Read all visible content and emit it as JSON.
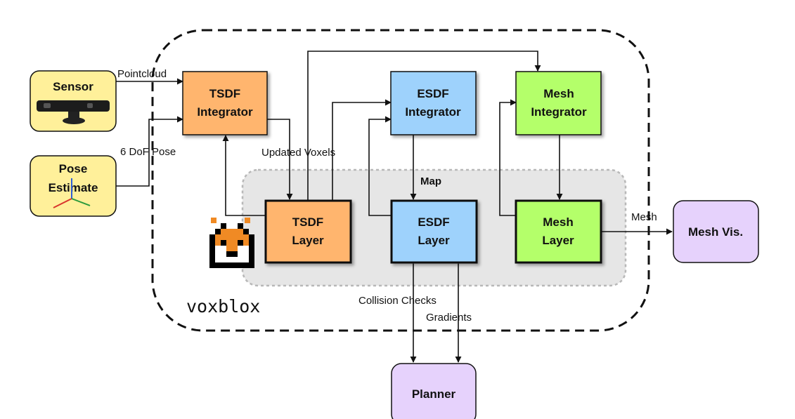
{
  "blocks": {
    "sensor": {
      "line1": "Sensor",
      "color": "#FFF09A"
    },
    "pose": {
      "line1": "Pose",
      "line2": "Estimate",
      "color": "#FFF09A"
    },
    "tsdf_integrator": {
      "line1": "TSDF",
      "line2": "Integrator",
      "color": "#FFB56E"
    },
    "esdf_integrator": {
      "line1": "ESDF",
      "line2": "Integrator",
      "color": "#9ED2FC"
    },
    "mesh_integrator": {
      "line1": "Mesh",
      "line2": "Integrator",
      "color": "#B4FF6A"
    },
    "tsdf_layer": {
      "line1": "TSDF",
      "line2": "Layer",
      "color": "#FFB56E"
    },
    "esdf_layer": {
      "line1": "ESDF",
      "line2": "Layer",
      "color": "#9ED2FC"
    },
    "mesh_layer": {
      "line1": "Mesh",
      "line2": "Layer",
      "color": "#B4FF6A"
    },
    "mesh_vis": {
      "line1": "Mesh Vis.",
      "color": "#E6D2FC"
    },
    "planner": {
      "line1": "Planner",
      "color": "#E6D2FC"
    }
  },
  "edge_labels": {
    "pointcloud": "Pointcloud",
    "pose6dof": "6 DoF Pose",
    "updated_voxels": "Updated Voxels",
    "map": "Map",
    "mesh": "Mesh",
    "collision_checks": "Collision Checks",
    "gradients": "Gradients"
  },
  "logo": {
    "text": "voxblox",
    "fox_orange": "#F08A24",
    "fox_black": "#000000"
  },
  "colors": {
    "map_region": "#E6E6E6",
    "map_border": "#B8B8B8"
  }
}
